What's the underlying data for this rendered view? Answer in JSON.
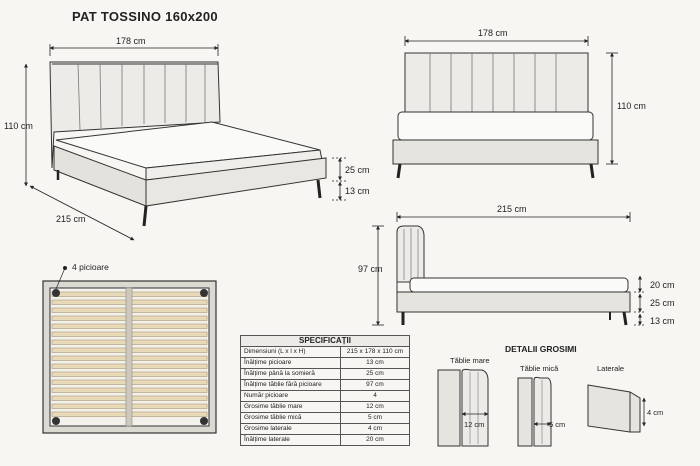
{
  "title": "PAT TOSSINO 160x200",
  "iso_view": {
    "width": "178 cm",
    "height": "110 cm",
    "length": "215 cm",
    "base_height": "25 cm",
    "leg_height": "13 cm"
  },
  "front_view": {
    "width": "178 cm",
    "height": "110 cm"
  },
  "side_view": {
    "length": "215 cm",
    "height": "97 cm",
    "headboard_above": "20 cm",
    "base_height": "25 cm",
    "leg_height": "13 cm"
  },
  "top_view": {
    "legs_label": "4 picioare"
  },
  "spec_table": {
    "header": "SPECIFICAȚII",
    "rows": [
      {
        "label": "Dimensiuni (L x l x H)",
        "value": "215 x 178 x 110 cm"
      },
      {
        "label": "Înălțime picioare",
        "value": "13 cm"
      },
      {
        "label": "Înălțime până la somieră",
        "value": "25 cm"
      },
      {
        "label": "Înălțime tăblie fără picioare",
        "value": "97 cm"
      },
      {
        "label": "Număr picioare",
        "value": "4"
      },
      {
        "label": "Grosime tăblie mare",
        "value": "12 cm"
      },
      {
        "label": "Grosime tăblie mică",
        "value": "5 cm"
      },
      {
        "label": "Grosime laterale",
        "value": "4 cm"
      },
      {
        "label": "Înălțime laterale",
        "value": "20 cm"
      }
    ]
  },
  "thickness_details": {
    "header": "DETALII GROSIMI",
    "large_headboard": {
      "label": "Tăblie mare",
      "value": "12 cm"
    },
    "small_headboard": {
      "label": "Tăblie mică",
      "value": "5 cm"
    },
    "sides": {
      "label": "Laterale",
      "value": "4 cm"
    }
  }
}
